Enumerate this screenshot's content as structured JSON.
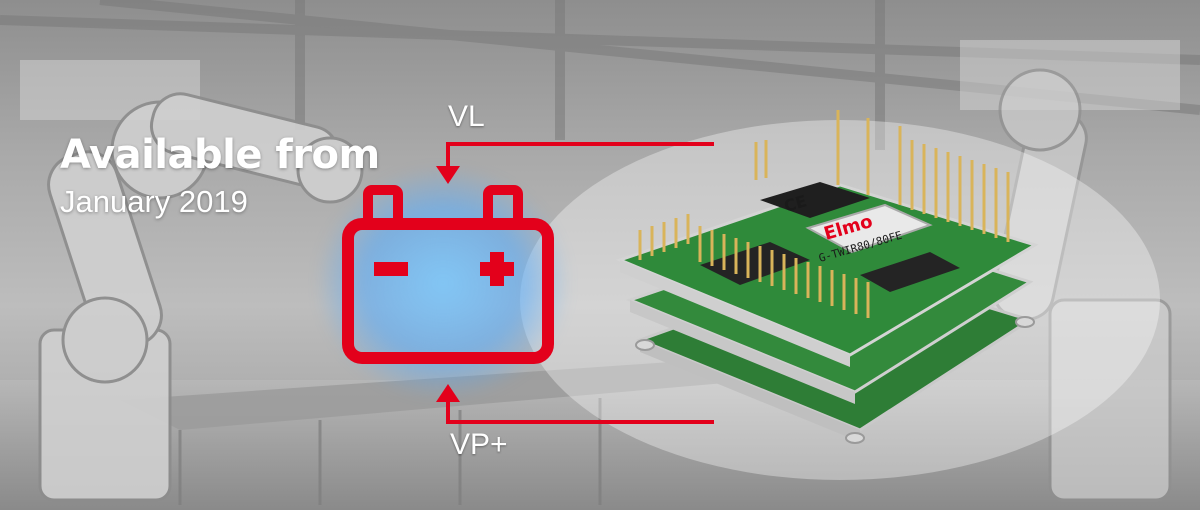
{
  "banner": {
    "headline": "Available from",
    "subline": "January 2019"
  },
  "labels": {
    "vl": "VL",
    "vp": "VP+"
  },
  "board": {
    "brand": "Elmo",
    "model": "G-TWIR80/80FE",
    "mark": "CE"
  },
  "colors": {
    "accent": "#e3001b",
    "glow": "#4aa8ff",
    "pcb": "#2f8a3a"
  },
  "icons": [
    "battery-icon",
    "arrow-down-icon",
    "arrow-up-icon"
  ]
}
